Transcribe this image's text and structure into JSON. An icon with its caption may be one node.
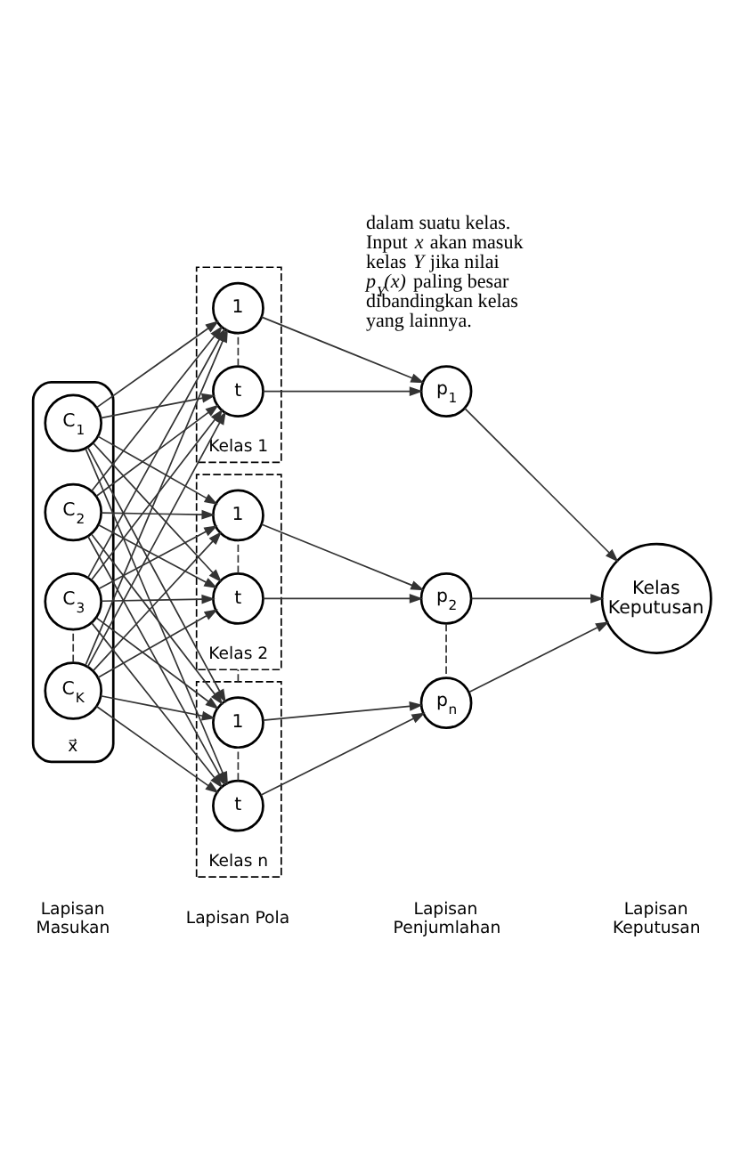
{
  "diagram": {
    "nodes": [
      {
        "text": [
          "x⃗"
        ]
      },
      {
        "text": [
          "C$_{1}$"
        ],
        "in": 0
      },
      {
        "text": [
          "C$_{2}$"
        ],
        "in": 0
      },
      {
        "text": [
          "C$_{3}$"
        ],
        "in": 0
      },
      {
        "text": [
          "C$_{K}$"
        ],
        "in": 0
      },
      {
        "text": [
          "Kelas 1"
        ]
      },
      {
        "text": [
          "1"
        ],
        "in": 5
      },
      {
        "text": [
          "t"
        ],
        "in": 5
      },
      {
        "text": [
          "Kelas 2"
        ]
      },
      {
        "text": [
          "1"
        ],
        "in": 8
      },
      {
        "text": [
          "t"
        ],
        "in": 8
      },
      {
        "text": [
          "Kelas n"
        ]
      },
      {
        "text": [
          "1"
        ],
        "in": 11
      },
      {
        "text": [
          "t"
        ],
        "in": 11
      },
      {
        "text": [
          "p$_{1}$"
        ]
      },
      {
        "text": [
          "p$_{2}$"
        ]
      },
      {
        "text": [
          "p$_{n}$"
        ]
      },
      {
        "text": [
          "Kelas Keputusan"
        ]
      }
    ],
    "edges": [
      {
        "from": 1,
        "to": 6,
        "arrow": "to"
      },
      {
        "from": 1,
        "to": 7,
        "arrow": "to"
      },
      {
        "from": 1,
        "to": 9,
        "arrow": "to"
      },
      {
        "from": 1,
        "to": 10,
        "arrow": "to"
      },
      {
        "from": 1,
        "to": 12,
        "arrow": "to"
      },
      {
        "from": 1,
        "to": 13,
        "arrow": "to"
      },
      {
        "from": 2,
        "to": 6,
        "arrow": "to"
      },
      {
        "from": 2,
        "to": 7,
        "arrow": "to"
      },
      {
        "from": 2,
        "to": 9,
        "arrow": "to"
      },
      {
        "from": 2,
        "to": 10,
        "arrow": "to"
      },
      {
        "from": 2,
        "to": 12,
        "arrow": "to"
      },
      {
        "from": 2,
        "to": 13,
        "arrow": "to"
      },
      {
        "from": 3,
        "to": 6,
        "arrow": "to"
      },
      {
        "from": 3,
        "to": 7,
        "arrow": "to"
      },
      {
        "from": 3,
        "to": 9,
        "arrow": "to"
      },
      {
        "from": 3,
        "to": 10,
        "arrow": "to"
      },
      {
        "from": 3,
        "to": 12,
        "arrow": "to"
      },
      {
        "from": 3,
        "to": 13,
        "arrow": "to"
      },
      {
        "from": 4,
        "to": 6,
        "arrow": "to"
      },
      {
        "from": 4,
        "to": 7,
        "arrow": "to"
      },
      {
        "from": 4,
        "to": 9,
        "arrow": "to"
      },
      {
        "from": 4,
        "to": 10,
        "arrow": "to"
      },
      {
        "from": 4,
        "to": 12,
        "arrow": "to"
      },
      {
        "from": 4,
        "to": 13,
        "arrow": "to"
      },
      {
        "from": 6,
        "to": 14,
        "arrow": "to"
      },
      {
        "from": 7,
        "to": 14,
        "arrow": "to"
      },
      {
        "from": 9,
        "to": 15,
        "arrow": "to"
      },
      {
        "from": 10,
        "to": 15,
        "arrow": "to"
      },
      {
        "from": 12,
        "to": 16,
        "arrow": "to"
      },
      {
        "from": 13,
        "to": 16,
        "arrow": "to"
      },
      {
        "from": 14,
        "to": 17,
        "arrow": "to"
      },
      {
        "from": 15,
        "to": 17,
        "arrow": "to"
      },
      {
        "from": 16,
        "to": 17,
        "arrow": "to"
      },
      {
        "from": 4,
        "to": 3,
        "arrow": "none",
        "style": "dashed"
      },
      {
        "from": 7,
        "to": 6,
        "arrow": "none",
        "style": "dashed"
      },
      {
        "from": 10,
        "to": 9,
        "arrow": "none",
        "style": "dashed"
      },
      {
        "from": 13,
        "to": 12,
        "arrow": "none",
        "style": "dashed"
      },
      {
        "from": 11,
        "to": 8,
        "arrow": "none",
        "style": "dashed"
      },
      {
        "from": 15,
        "to": 16,
        "arrow": "none",
        "style": "dashed"
      }
    ],
    "labels": [
      "dalam suatu kelas. Input *x* akan masuk kelas *Y* jika nilai *p$_{Y}$(x)* paling besar dibandingkan kelas yang lainnya.",
      "Lapisan Masukan",
      "Lapisan Pola",
      "Lapisan Penjumlahan",
      "Lapisan Keputusan"
    ]
  }
}
